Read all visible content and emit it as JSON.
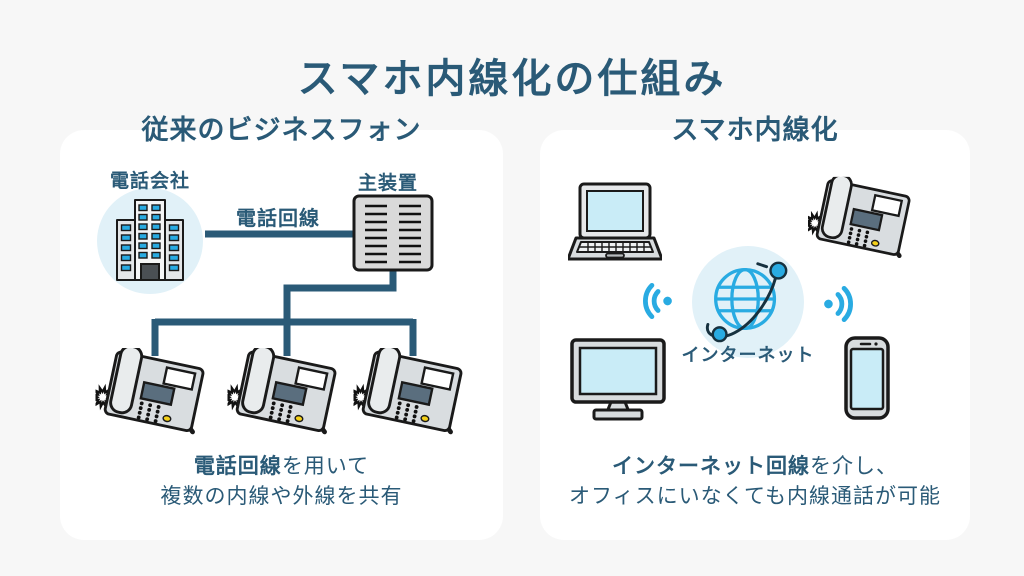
{
  "title": "スマホ内線化の仕組み",
  "colors": {
    "bg": "#f7f7f7",
    "panel": "#ffffff",
    "dark": "#2a5a77",
    "cyan": "#29abe2",
    "light-blue": "#e1f1f8",
    "screen-blue": "#c9ecf7",
    "device-gray": "#d9dde0",
    "display-slate": "#5a6e7e",
    "outline": "#1a1a1a",
    "yellow": "#f4d019"
  },
  "left_panel": {
    "heading": "従来のビジネスフォン",
    "company_label": "電話会社",
    "line_label": "電話回線",
    "device_label": "主装置",
    "caption_bold": "電話回線",
    "caption_rest": "を用いて",
    "caption_line2": "複数の内線や外線を共有"
  },
  "right_panel": {
    "heading": "スマホ内線化",
    "internet_label": "インターネット",
    "caption_bold": "インターネット回線",
    "caption_rest": "を介し、",
    "caption_line2": "オフィスにいなくても内線通話が可能"
  },
  "icons": {
    "office-building-icon": "telephone company building",
    "pbx-device-icon": "main unit (PBX) with vent lines",
    "desk-phone-icon": "business desk phone with coiled cord",
    "laptop-icon": "laptop computer",
    "monitor-icon": "desktop monitor",
    "smartphone-icon": "smartphone",
    "globe-icon": "internet globe with orbit",
    "wifi-signal-icon": "wireless signal arcs"
  }
}
